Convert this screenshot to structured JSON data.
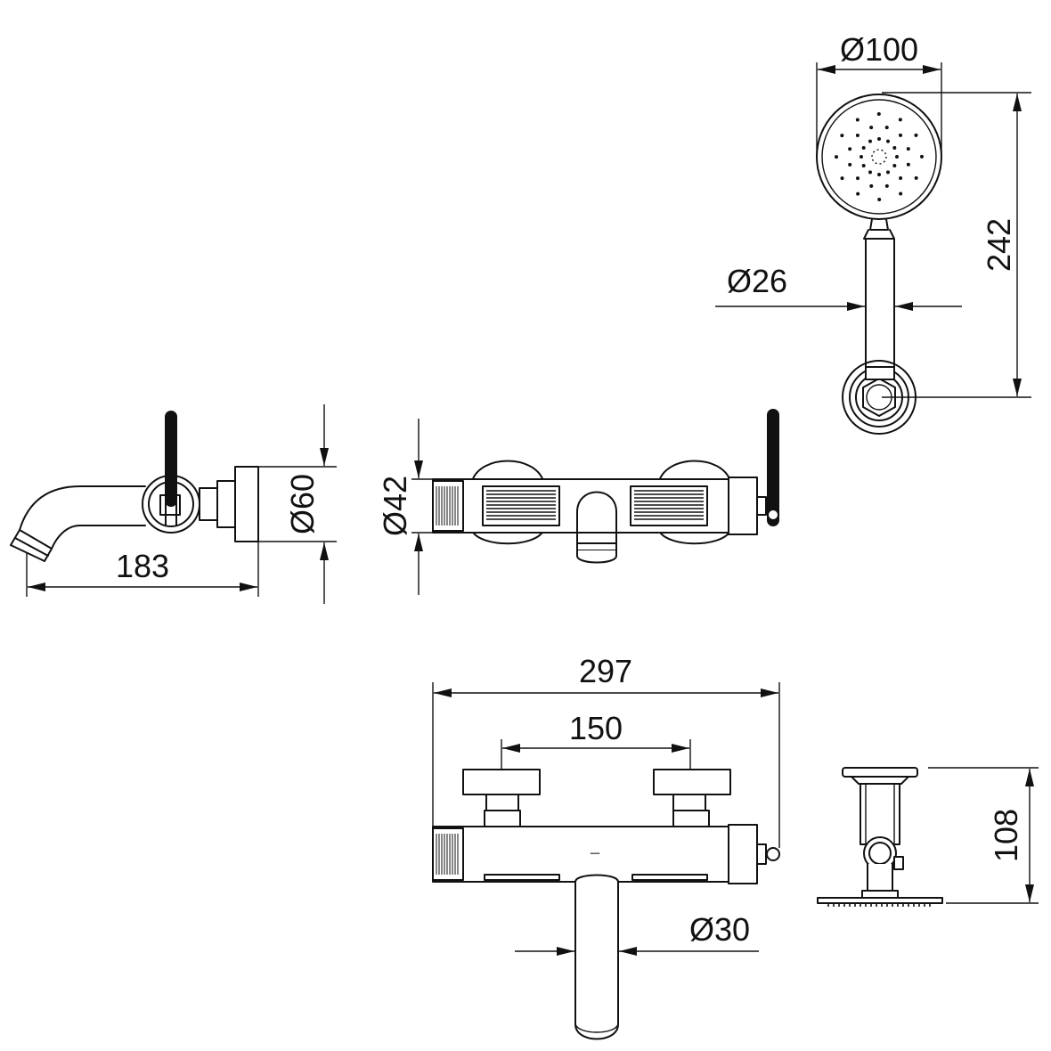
{
  "dimensions": {
    "handshower_head_diameter": "Ø100",
    "handshower_length": "242",
    "handle_diameter": "Ø26",
    "body_diameter": "Ø42",
    "flange_diameter": "Ø60",
    "projection": "183",
    "overall_width": "297",
    "connection_centres": "150",
    "spout_diameter": "Ø30",
    "holder_height": "108"
  }
}
